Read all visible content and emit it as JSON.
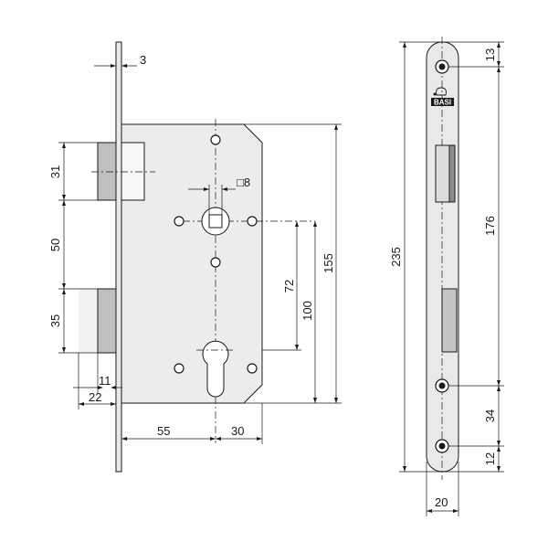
{
  "drawing": {
    "brand_label": "BASI",
    "dimensions": {
      "faceplate_thickness": "3",
      "latch_height": "31",
      "latch_to_bolt": "50",
      "bolt_height": "35",
      "follower_square": "□8",
      "follower_to_cylinder": "72",
      "screw_spacing": "100",
      "case_height": "155",
      "bolt_projection_inner": "11",
      "bolt_projection_outer": "22",
      "backset": "55",
      "case_depth_from_cylinder": "30",
      "faceplate_length": "235",
      "top_hole_offset": "13",
      "hole_spacing": "176",
      "lower_hole_spacing": "34",
      "bottom_hole_offset": "12",
      "faceplate_width": "20"
    }
  }
}
